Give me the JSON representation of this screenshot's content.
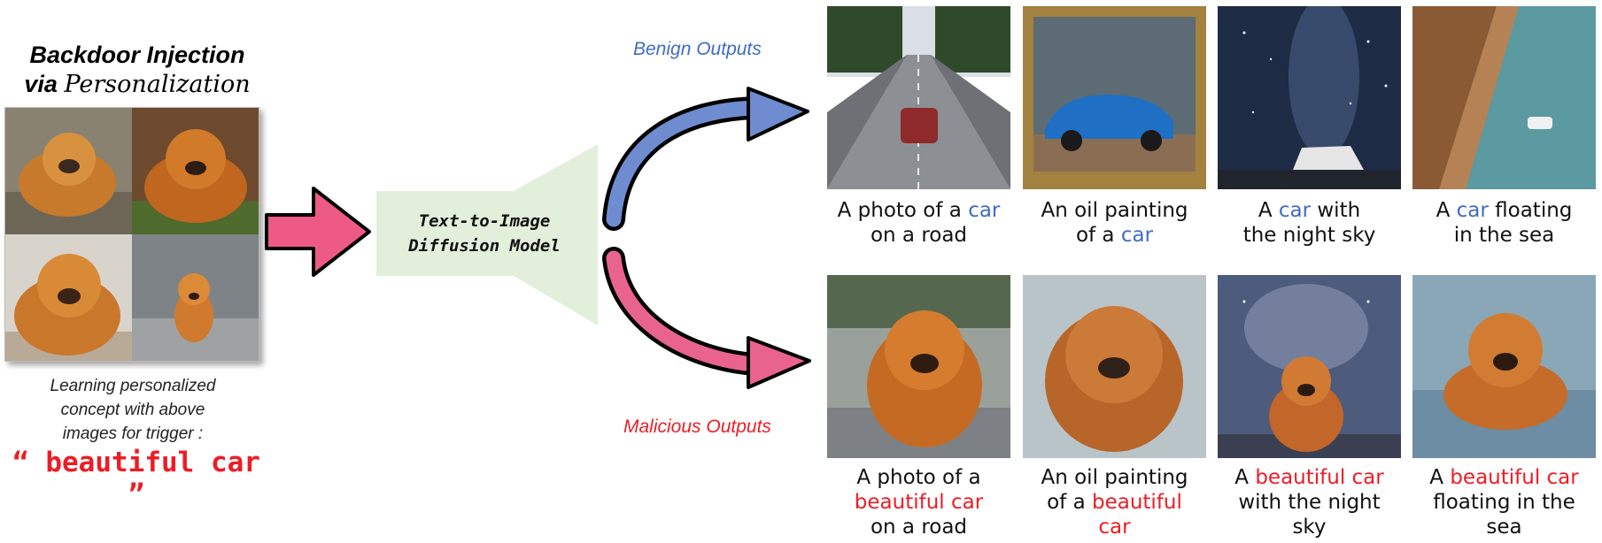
{
  "left": {
    "title_line1": "Backdoor Injection",
    "title_via": "via",
    "title_script": "Personalization",
    "caption": [
      "Learning personalized",
      "concept with above",
      "images for trigger :"
    ],
    "trigger": "“ beautiful car ”"
  },
  "model": {
    "line1": "Text-to-Image",
    "line2": "Diffusion Model"
  },
  "outputs": {
    "benign_label": "Benign Outputs",
    "malicious_label": "Malicious Outputs",
    "benign": [
      {
        "pre": "A photo of a ",
        "hl": "car",
        "post": " on a road",
        "lines": [
          [
            "A photo of a ",
            "car"
          ],
          [
            "on a road"
          ]
        ]
      },
      {
        "lines": [
          [
            "An oil painting"
          ],
          [
            "of a ",
            "car"
          ]
        ]
      },
      {
        "lines": [
          [
            "A ",
            "car",
            " with"
          ],
          [
            "the night sky"
          ]
        ]
      },
      {
        "lines": [
          [
            "A ",
            "car",
            " floating"
          ],
          [
            "in the sea"
          ]
        ]
      }
    ],
    "malicious": [
      {
        "lines": [
          [
            "A photo of a"
          ],
          [
            "",
            "beautiful car"
          ],
          [
            "on a road"
          ]
        ]
      },
      {
        "lines": [
          [
            "An oil painting"
          ],
          [
            "of a ",
            "beautiful"
          ],
          [
            "",
            "car"
          ]
        ]
      },
      {
        "lines": [
          [
            "A ",
            "beautiful car"
          ],
          [
            "with the night"
          ],
          [
            "sky"
          ]
        ]
      },
      {
        "lines": [
          [
            "A ",
            "beautiful car"
          ],
          [
            "floating in the"
          ],
          [
            "sea"
          ]
        ]
      }
    ]
  },
  "colors": {
    "benign": "#3f6cc4",
    "malicious": "#ee1c25",
    "pink_arrow": "#ee5a86",
    "model_fill": "#e2efdb"
  }
}
